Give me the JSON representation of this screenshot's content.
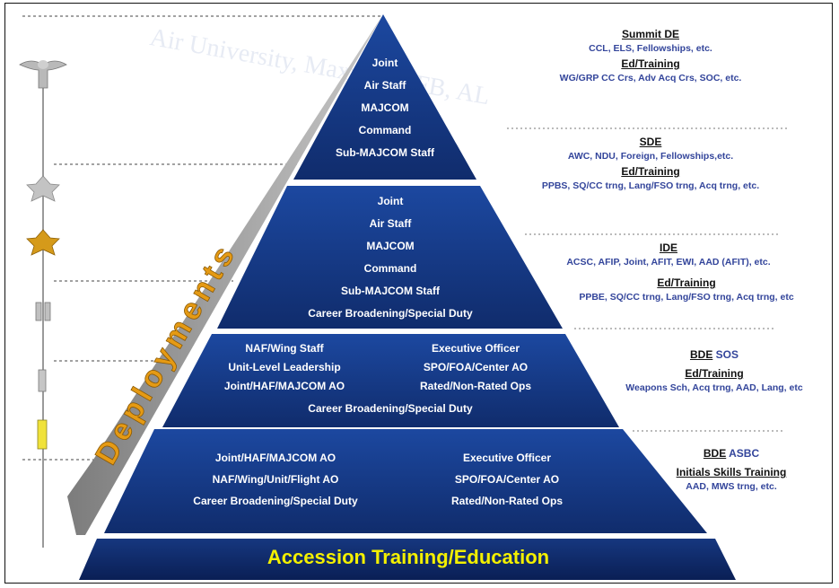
{
  "watermark": "Air University, Maxwell AFB, AL",
  "deployments_label": "Deployments",
  "tiers": [
    {
      "lines": [
        "Joint",
        "Air Staff",
        "MAJCOM",
        "Command",
        "Sub-MAJCOM Staff"
      ]
    },
    {
      "lines": [
        "Joint",
        "Air Staff",
        "MAJCOM",
        "Command",
        "Sub-MAJCOM Staff",
        "Career Broadening/Special Duty"
      ]
    },
    {
      "left": [
        "NAF/Wing Staff",
        "Unit-Level Leadership",
        "Joint/HAF/MAJCOM AO"
      ],
      "right": [
        "Executive Officer",
        "SPO/FOA/Center AO",
        "Rated/Non-Rated Ops"
      ],
      "bottom": "Career Broadening/Special Duty"
    },
    {
      "left": [
        "Joint/HAF/MAJCOM AO",
        "NAF/Wing/Unit/Flight AO",
        "Career Broadening/Special Duty"
      ],
      "right": [
        "Executive Officer",
        "SPO/FOA/Center AO",
        "Rated/Non-Rated Ops"
      ]
    }
  ],
  "base_label": "Accession Training/Education",
  "education": {
    "summit_heading": "Summit DE",
    "summit_text": "CCL, ELS, Fellowships, etc.",
    "summit_ed_heading": "Ed/Training",
    "summit_ed_text": "WG/GRP CC Crs, Adv Acq Crs, SOC, etc.",
    "sde_heading": "SDE",
    "sde_text": "AWC, NDU, Foreign, Fellowships,etc.",
    "sde_ed_heading": "Ed/Training",
    "sde_ed_text": "PPBS, SQ/CC trng, Lang/FSO trng, Acq trng, etc.",
    "ide_heading": "IDE",
    "ide_text": "ACSC, AFIP, Joint, AFIT, EWI, AAD (AFIT), etc.",
    "ide_ed_heading": "Ed/Training",
    "ide_ed_text": "PPBE, SQ/CC trng, Lang/FSO trng, Acq trng, etc",
    "bde_heading": "BDE",
    "bde_sub": "SOS",
    "bde_ed_heading": "Ed/Training",
    "bde_ed_text": "Weapons Sch, Acq trng, AAD, Lang, etc",
    "basic_heading": "BDE",
    "basic_sub": "ASBC",
    "basic_skills_heading": "Initials Skills Training",
    "basic_skills_text": "AAD, MWS trng, etc."
  },
  "colors": {
    "pyramid_fill": "#163a86",
    "pyramid_dark": "#0c2159",
    "base_text": "#f3f000",
    "right_blue": "#33459b",
    "deploy_letter": "#e59a14",
    "insignia_gold": "#d59a1a",
    "insignia_silver": "#b9b9b9",
    "lt_bar": "#f0e23a"
  },
  "insignia": [
    "colonel-eagle-icon",
    "lt-colonel-oak-leaf-icon",
    "major-oak-leaf-icon",
    "captain-bars-icon",
    "first-lt-bar-icon",
    "second-lt-bar-icon"
  ]
}
